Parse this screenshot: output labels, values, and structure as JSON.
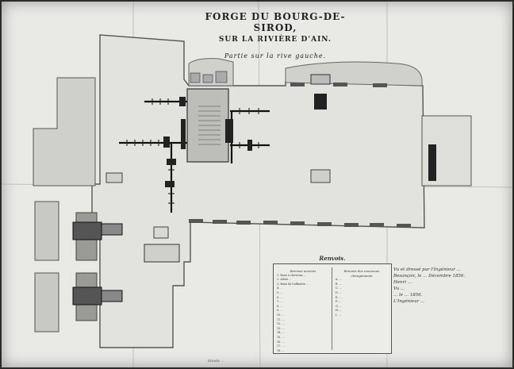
{
  "title": {
    "main": "FORGE DU BOURG-DE-SIROD,",
    "sub": "SUR LA RIVIÈRE D'AIN.",
    "part": "Partie sur la rive gauche."
  },
  "legend": {
    "title": "Renvois.",
    "left_heading": "Renvois anciens",
    "right_heading": "Renvois des nouveaux changements",
    "left_items": [
      "1. Roue à chevrons ...",
      "2. Arbre ...",
      "3. Roue de l'affinerie ...",
      "4. ...",
      "5. ...",
      "6. ...",
      "7. ...",
      "8. ...",
      "9. ...",
      "10. ...",
      "11. ...",
      "12. ...",
      "13. ...",
      "14. ...",
      "15. ...",
      "16. ...",
      "17. ...",
      "18. ..."
    ],
    "right_items": [
      "A. ...",
      "B. ...",
      "C. ...",
      "D. ...",
      "E. ...",
      "F. ...",
      "G. ...",
      "H. ...",
      "I. ..."
    ]
  },
  "notes": {
    "lines": [
      "Vu et dressé par l'Ingénieur ...",
      "Besançon, le ... Décembre 1856.",
      "Henri ...",
      "",
      "Vu ... ",
      "... le ... 1856.",
      "L'Ingénieur ..."
    ]
  },
  "scale": {
    "label": "Échelle ..."
  },
  "colors": {
    "paper": "#e9e9e6",
    "ink": "#222222",
    "frame": "#2b2b2b"
  }
}
